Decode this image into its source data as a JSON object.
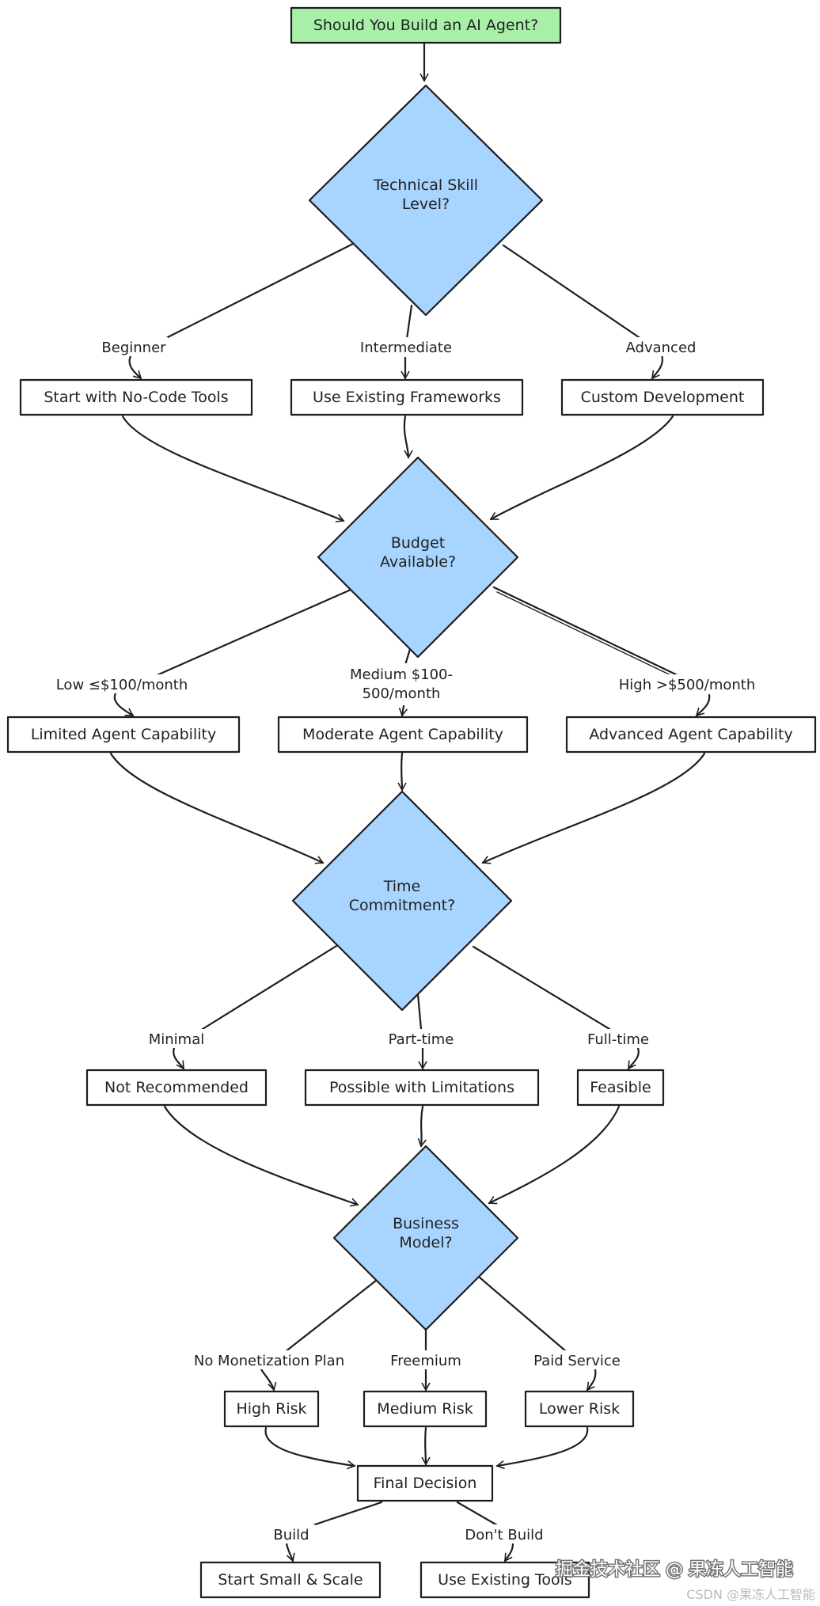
{
  "colors": {
    "start_fill": "#a8f0a8",
    "decision_fill": "#a8d5ff",
    "box_fill": "#ffffff",
    "stroke": "#1e1e1e"
  },
  "nodes": {
    "start": "Should You Build an AI Agent?",
    "skill": "Technical Skill Level?",
    "nocode": "Start with No-Code Tools",
    "frameworks": "Use Existing Frameworks",
    "custom": "Custom Development",
    "budget": "Budget Available?",
    "limited": "Limited Agent Capability",
    "moderate": "Moderate Agent Capability",
    "advanced_cap": "Advanced Agent Capability",
    "time": "Time Commitment?",
    "not_rec": "Not Recommended",
    "possible": "Possible with Limitations",
    "feasible": "Feasible",
    "business": "Business Model?",
    "high_risk": "High Risk",
    "medium_risk": "Medium Risk",
    "lower_risk": "Lower Risk",
    "final": "Final Decision",
    "start_small": "Start Small & Scale",
    "use_tools": "Use Existing Tools"
  },
  "edges": {
    "beginner": "Beginner",
    "intermediate": "Intermediate",
    "advanced": "Advanced",
    "low": "Low ≤$100/month",
    "medium_1": "Medium $100-",
    "medium_2": "500/month",
    "high": "High >$500/month",
    "minimal": "Minimal",
    "part_time": "Part-time",
    "full_time": "Full-time",
    "no_monetization": "No Monetization Plan",
    "freemium": "Freemium",
    "paid_service": "Paid Service",
    "build": "Build",
    "dont_build": "Don't Build"
  },
  "watermark": {
    "main": "掘金技术社区 @ 果冻人工智能",
    "small": "CSDN @果冻人工智能"
  }
}
